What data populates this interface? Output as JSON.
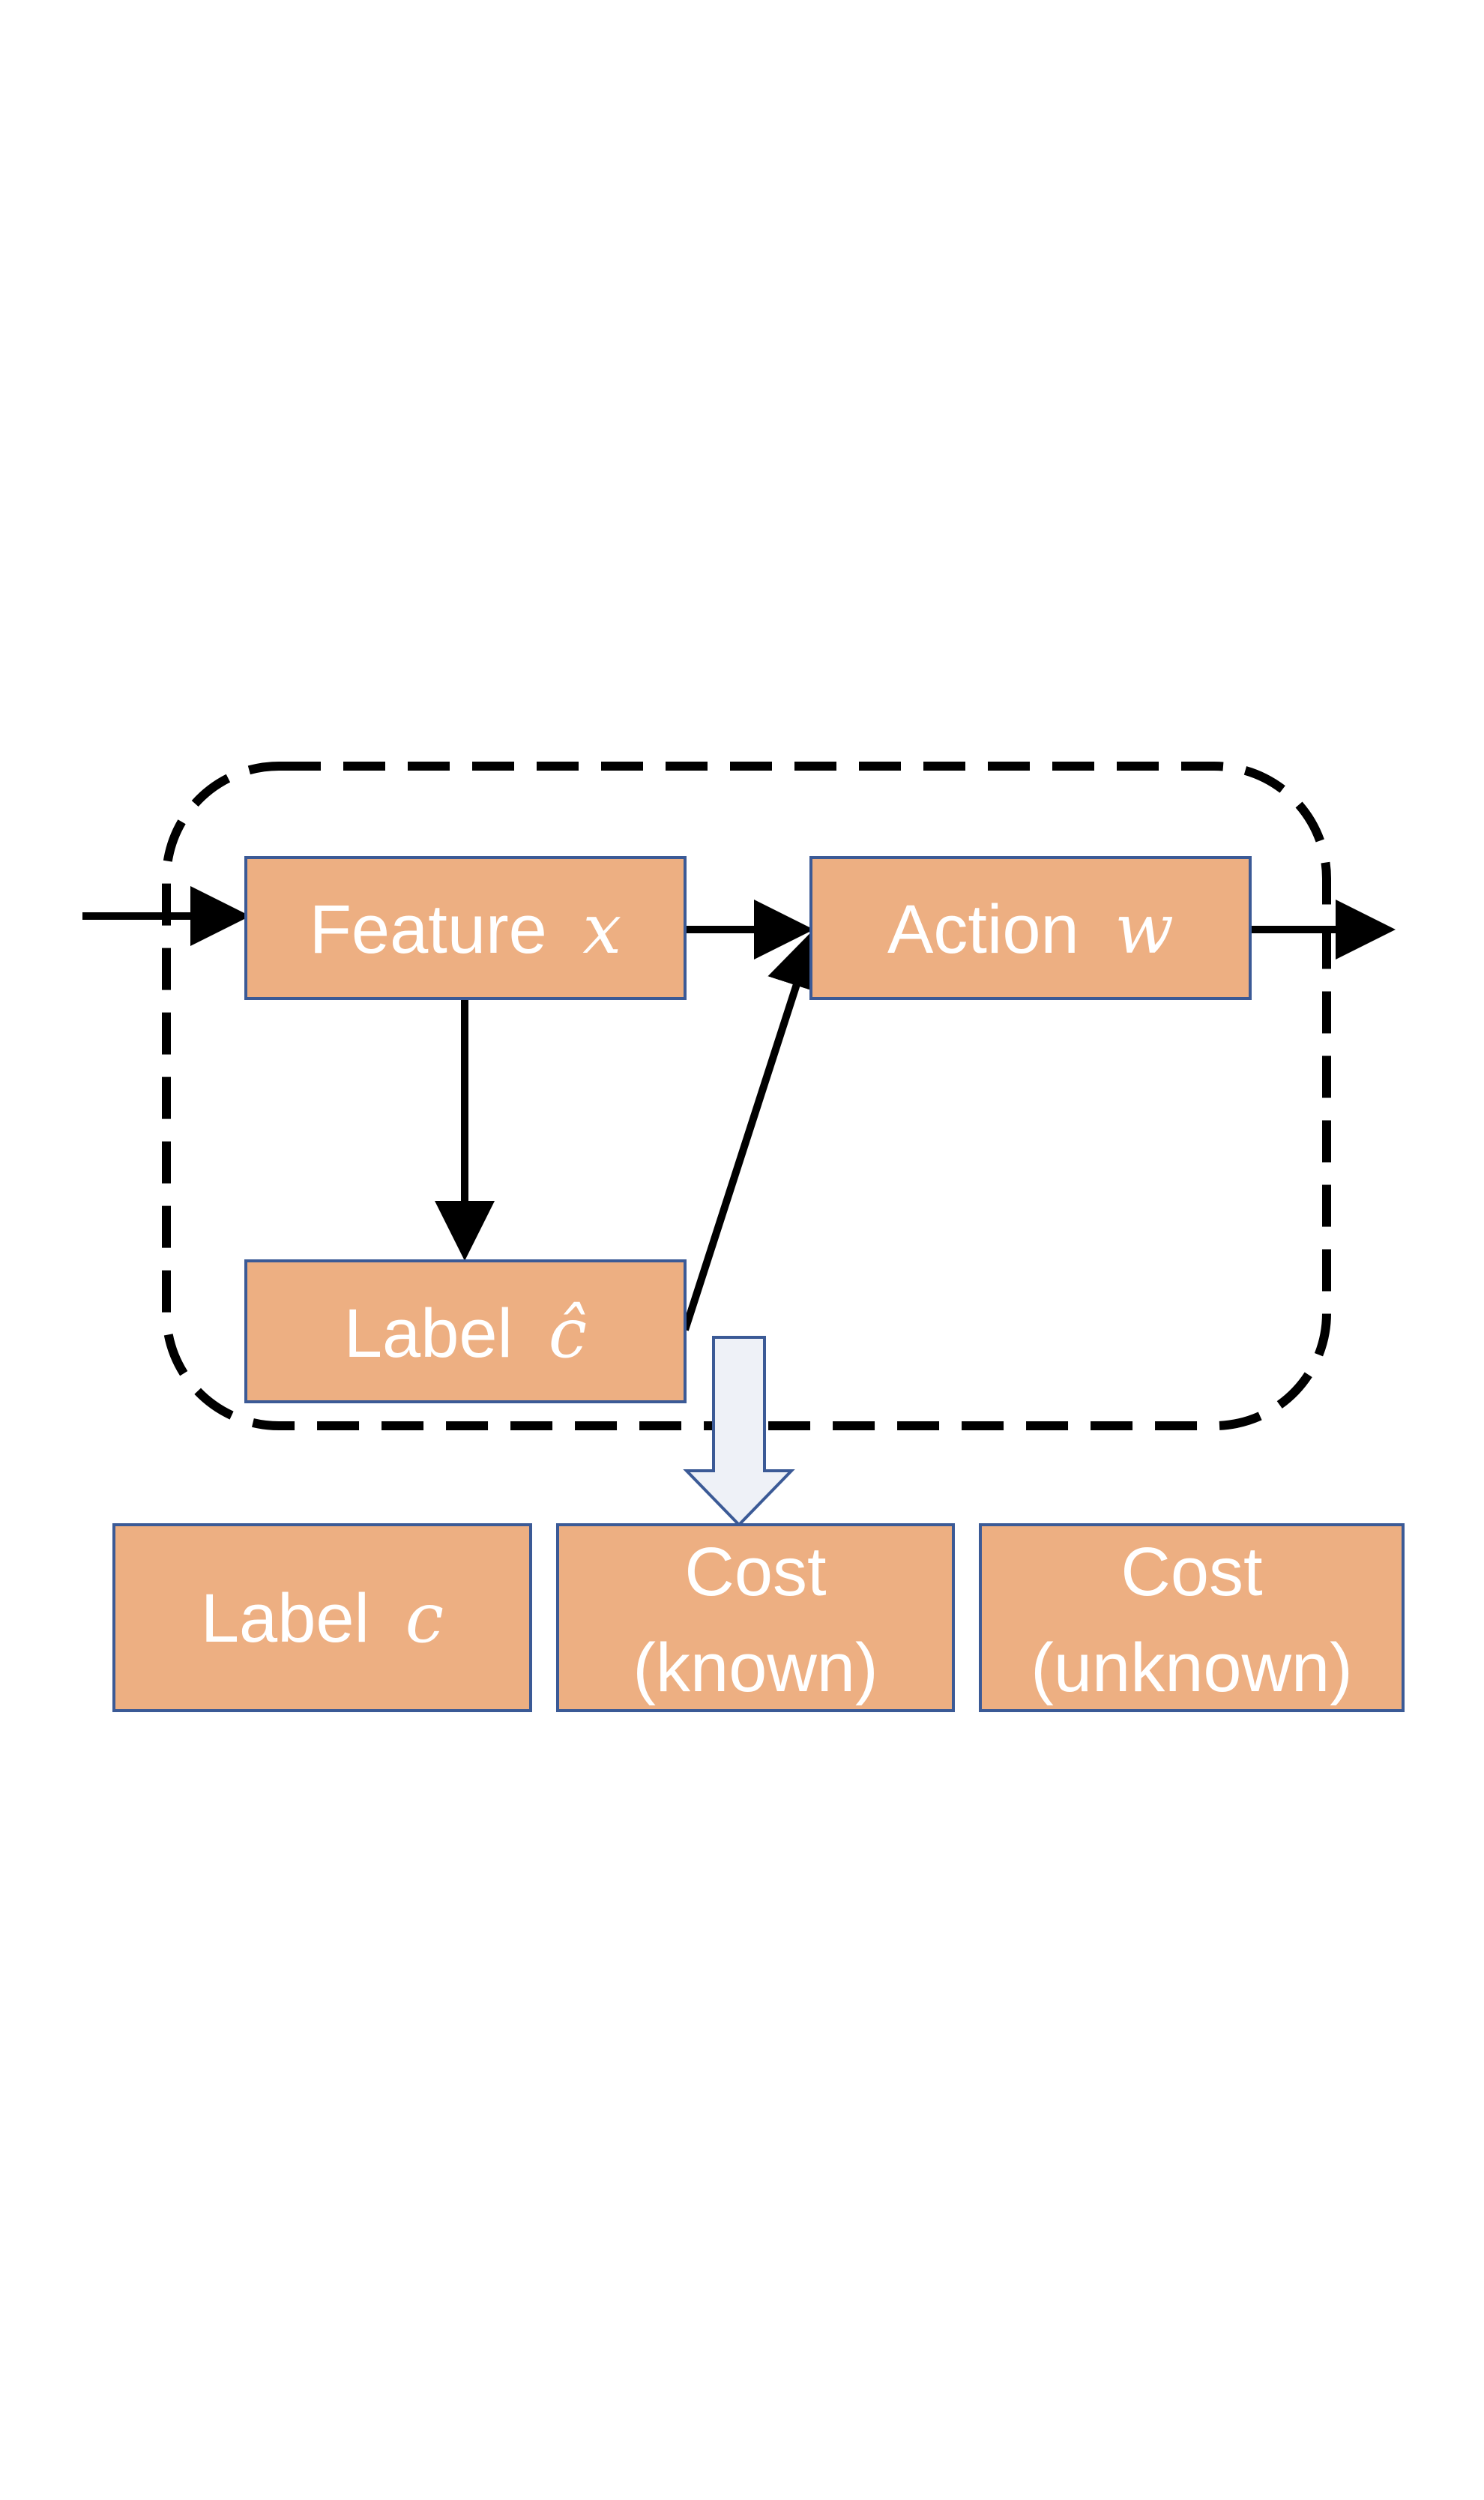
{
  "colors": {
    "box_fill": "#EDAF82",
    "box_stroke": "#3B5A96",
    "text": "#FFFFFF",
    "arrow": "#000000",
    "hollow_arrow_fill": "#EEF1F7",
    "hollow_arrow_stroke": "#3B5A96"
  },
  "nodes": {
    "feature": {
      "label": "Feature",
      "var": "x"
    },
    "action": {
      "label": "Action",
      "var": "w"
    },
    "label_pred": {
      "label": "Label",
      "var": "ĉ"
    },
    "label_true": {
      "label": "Label",
      "var": "c"
    },
    "cost_known": {
      "line1": "Cost",
      "line2": "(known)"
    },
    "cost_unknown": {
      "line1": "Cost",
      "line2": "(unknown)"
    }
  }
}
